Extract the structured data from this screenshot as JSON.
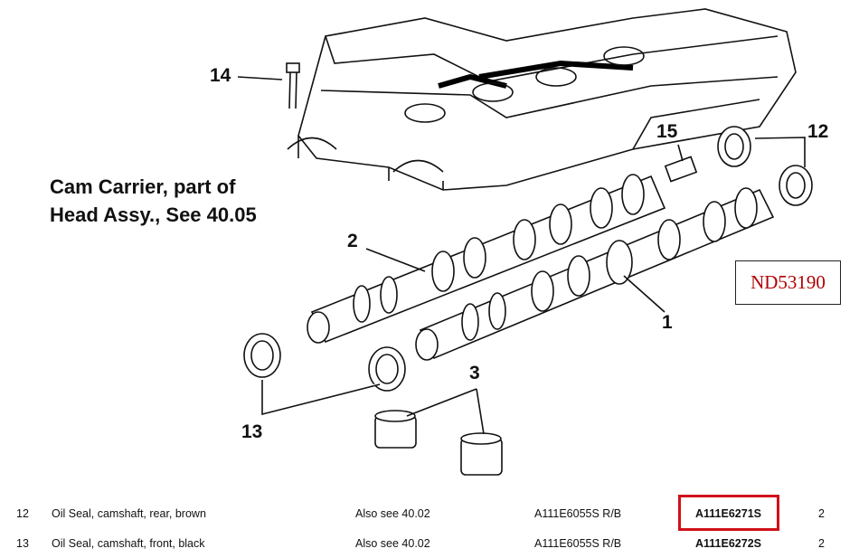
{
  "diagram": {
    "callouts": [
      "14",
      "15",
      "12",
      "2",
      "1",
      "3",
      "13"
    ],
    "caption_line1": "Cam Carrier, part of",
    "caption_line2": "Head Assy., See 40.05",
    "reference": "ND53190"
  },
  "parts": [
    {
      "item": "12",
      "description": "Oil Seal, camshaft, rear, brown",
      "note": "Also see  40.02",
      "old_part": "A111E6055S R/B",
      "part": "A111E6271S",
      "qty": "2",
      "highlighted": true
    },
    {
      "item": "13",
      "description": "Oil Seal, camshaft, front, black",
      "note": "Also see  40.02",
      "old_part": "A111E6055S R/B",
      "part": "A111E6272S",
      "qty": "2",
      "highlighted": false
    }
  ],
  "colors": {
    "highlight": "#d0101a",
    "reference_text": "#b00000"
  }
}
